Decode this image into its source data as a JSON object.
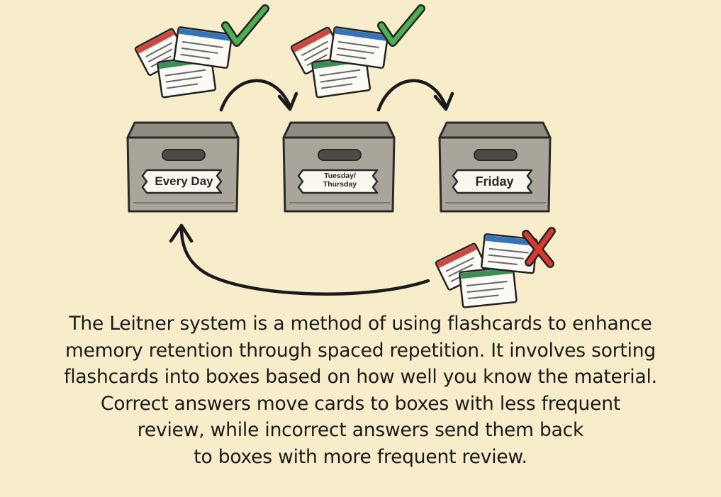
{
  "boxes": [
    {
      "label": "Every Day"
    },
    {
      "label": "Tuesday/ Thursday",
      "label_line1": "Tuesday/",
      "label_line2": "Thursday"
    },
    {
      "label": "Friday"
    }
  ],
  "markers": {
    "correct": "check-icon",
    "incorrect": "cross-icon"
  },
  "caption": [
    "The Leitner system is a method of using flashcards to enhance",
    "memory retention through spaced repetition. It involves sorting",
    "flashcards into boxes based on how well you know the material.",
    "Correct answers move cards to boxes with less frequent",
    "review, while incorrect answers send them back",
    "to boxes with more frequent review."
  ],
  "colors": {
    "background": "#f7edcb",
    "box": "#a9a59a",
    "card": "#fbfaf5",
    "card_red": "#d2463f",
    "card_blue": "#3574b8",
    "card_green": "#3d8e55",
    "check": "#4caf50",
    "cross": "#d9392f",
    "ink": "#1a1a1a"
  }
}
